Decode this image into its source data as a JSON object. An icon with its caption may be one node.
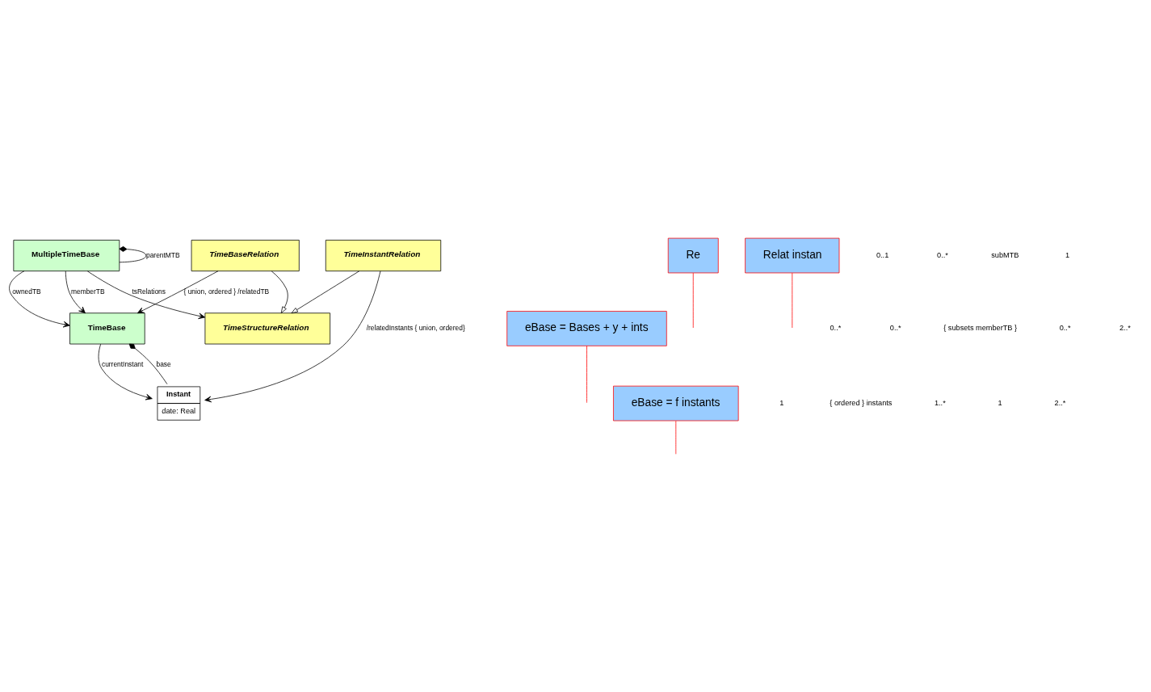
{
  "diagram": {
    "nodes": [
      {
        "text": [
          "MultipleTimeBase"
        ]
      },
      {
        "text": [
          "TimeStructureRelation"
        ]
      },
      {
        "text": [
          "TimeBaseRelation"
        ]
      },
      {
        "text": [
          "TimeBase"
        ]
      },
      {
        "text": [
          "TimeInstantRelation"
        ]
      },
      {
        "text": [
          "Instant",
          "date: Real"
        ]
      },
      {
        "text": [
          "eBase = Bases + y + ints"
        ]
      },
      {
        "text": [
          "Re"
        ]
      },
      {
        "text": [
          "eBase = f instants"
        ]
      },
      {
        "text": [
          "Relat instan"
        ]
      }
    ],
    "edges": [
      {
        "from": 0,
        "to": 0,
        "arrow": "other",
        "label": "parentMTB"
      },
      {
        "from": 0,
        "to": 3,
        "arrow": "to",
        "label": "ownedTB"
      },
      {
        "from": 0,
        "to": 3,
        "arrow": "to",
        "label": "memberTB"
      },
      {
        "from": 0,
        "to": 1,
        "arrow": "to",
        "label": "tsRelations"
      },
      {
        "from": 2,
        "to": 1,
        "arrow": "to"
      },
      {
        "from": 4,
        "to": 1,
        "arrow": "to"
      },
      {
        "from": 2,
        "to": 3,
        "arrow": "to",
        "label": "{ union, ordered } /relatedTB"
      },
      {
        "from": 3,
        "to": 5,
        "arrow": "other",
        "label": "base"
      },
      {
        "from": 3,
        "to": 5,
        "arrow": "to",
        "label": "currentInstant"
      },
      {
        "from": 4,
        "to": 5,
        "arrow": "to",
        "label": "/relatedInstants { union, ordered}"
      },
      {
        "from": 6,
        "to": null,
        "arrow": "none",
        "color": "#ff0000"
      },
      {
        "from": 7,
        "to": null,
        "arrow": "none",
        "color": "#ff0000"
      },
      {
        "from": 8,
        "to": null,
        "arrow": "none",
        "color": "#ff0000"
      },
      {
        "from": 9,
        "to": null,
        "arrow": "none",
        "color": "#ff0000"
      }
    ],
    "labels": [
      "0..1",
      "0..*",
      "subMTB",
      "1",
      "0..*",
      "0..*",
      "{ subsets memberTB }",
      "0..*",
      "2..*",
      "1",
      "{ ordered } instants",
      "1..*",
      "1",
      "2..*"
    ]
  }
}
